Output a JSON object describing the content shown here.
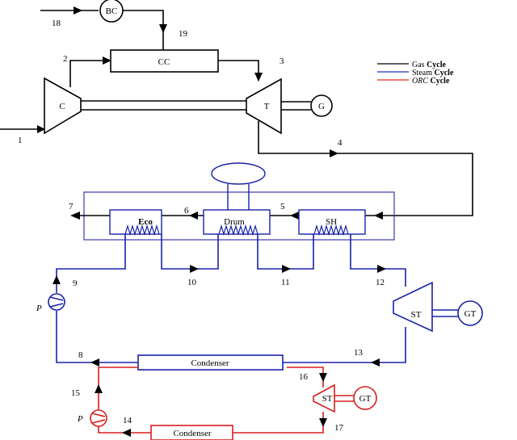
{
  "components": {
    "bc": "BC",
    "cc": "CC",
    "compressor": "C",
    "turbine": "T",
    "generator": "G",
    "eco": "Eco",
    "drum": "Drum",
    "sh": "SH",
    "pump": "P",
    "steam_turbine": "ST",
    "steam_generator": "GT",
    "condenser": "Condenser",
    "orc_pump": "P",
    "orc_turbine": "ST",
    "orc_generator": "GT",
    "orc_condenser": "Condenser"
  },
  "states": [
    "1",
    "2",
    "3",
    "4",
    "5",
    "6",
    "7",
    "8",
    "9",
    "10",
    "11",
    "12",
    "13",
    "14",
    "15",
    "16",
    "17",
    "18",
    "19"
  ],
  "legend": [
    {
      "name": "Gas",
      "suffix": "Cycle",
      "color": "#000000",
      "italic": false
    },
    {
      "name": "Steam",
      "suffix": "Cycle",
      "color": "#1f2fb8",
      "italic": false
    },
    {
      "name": "ORC",
      "suffix": "Cycle",
      "color": "#e02020",
      "italic": true
    }
  ],
  "colors": {
    "gas": "#000000",
    "steam": "#1a22a8",
    "orc": "#d81e1e",
    "hrsg_box": "#3a3aa8"
  }
}
